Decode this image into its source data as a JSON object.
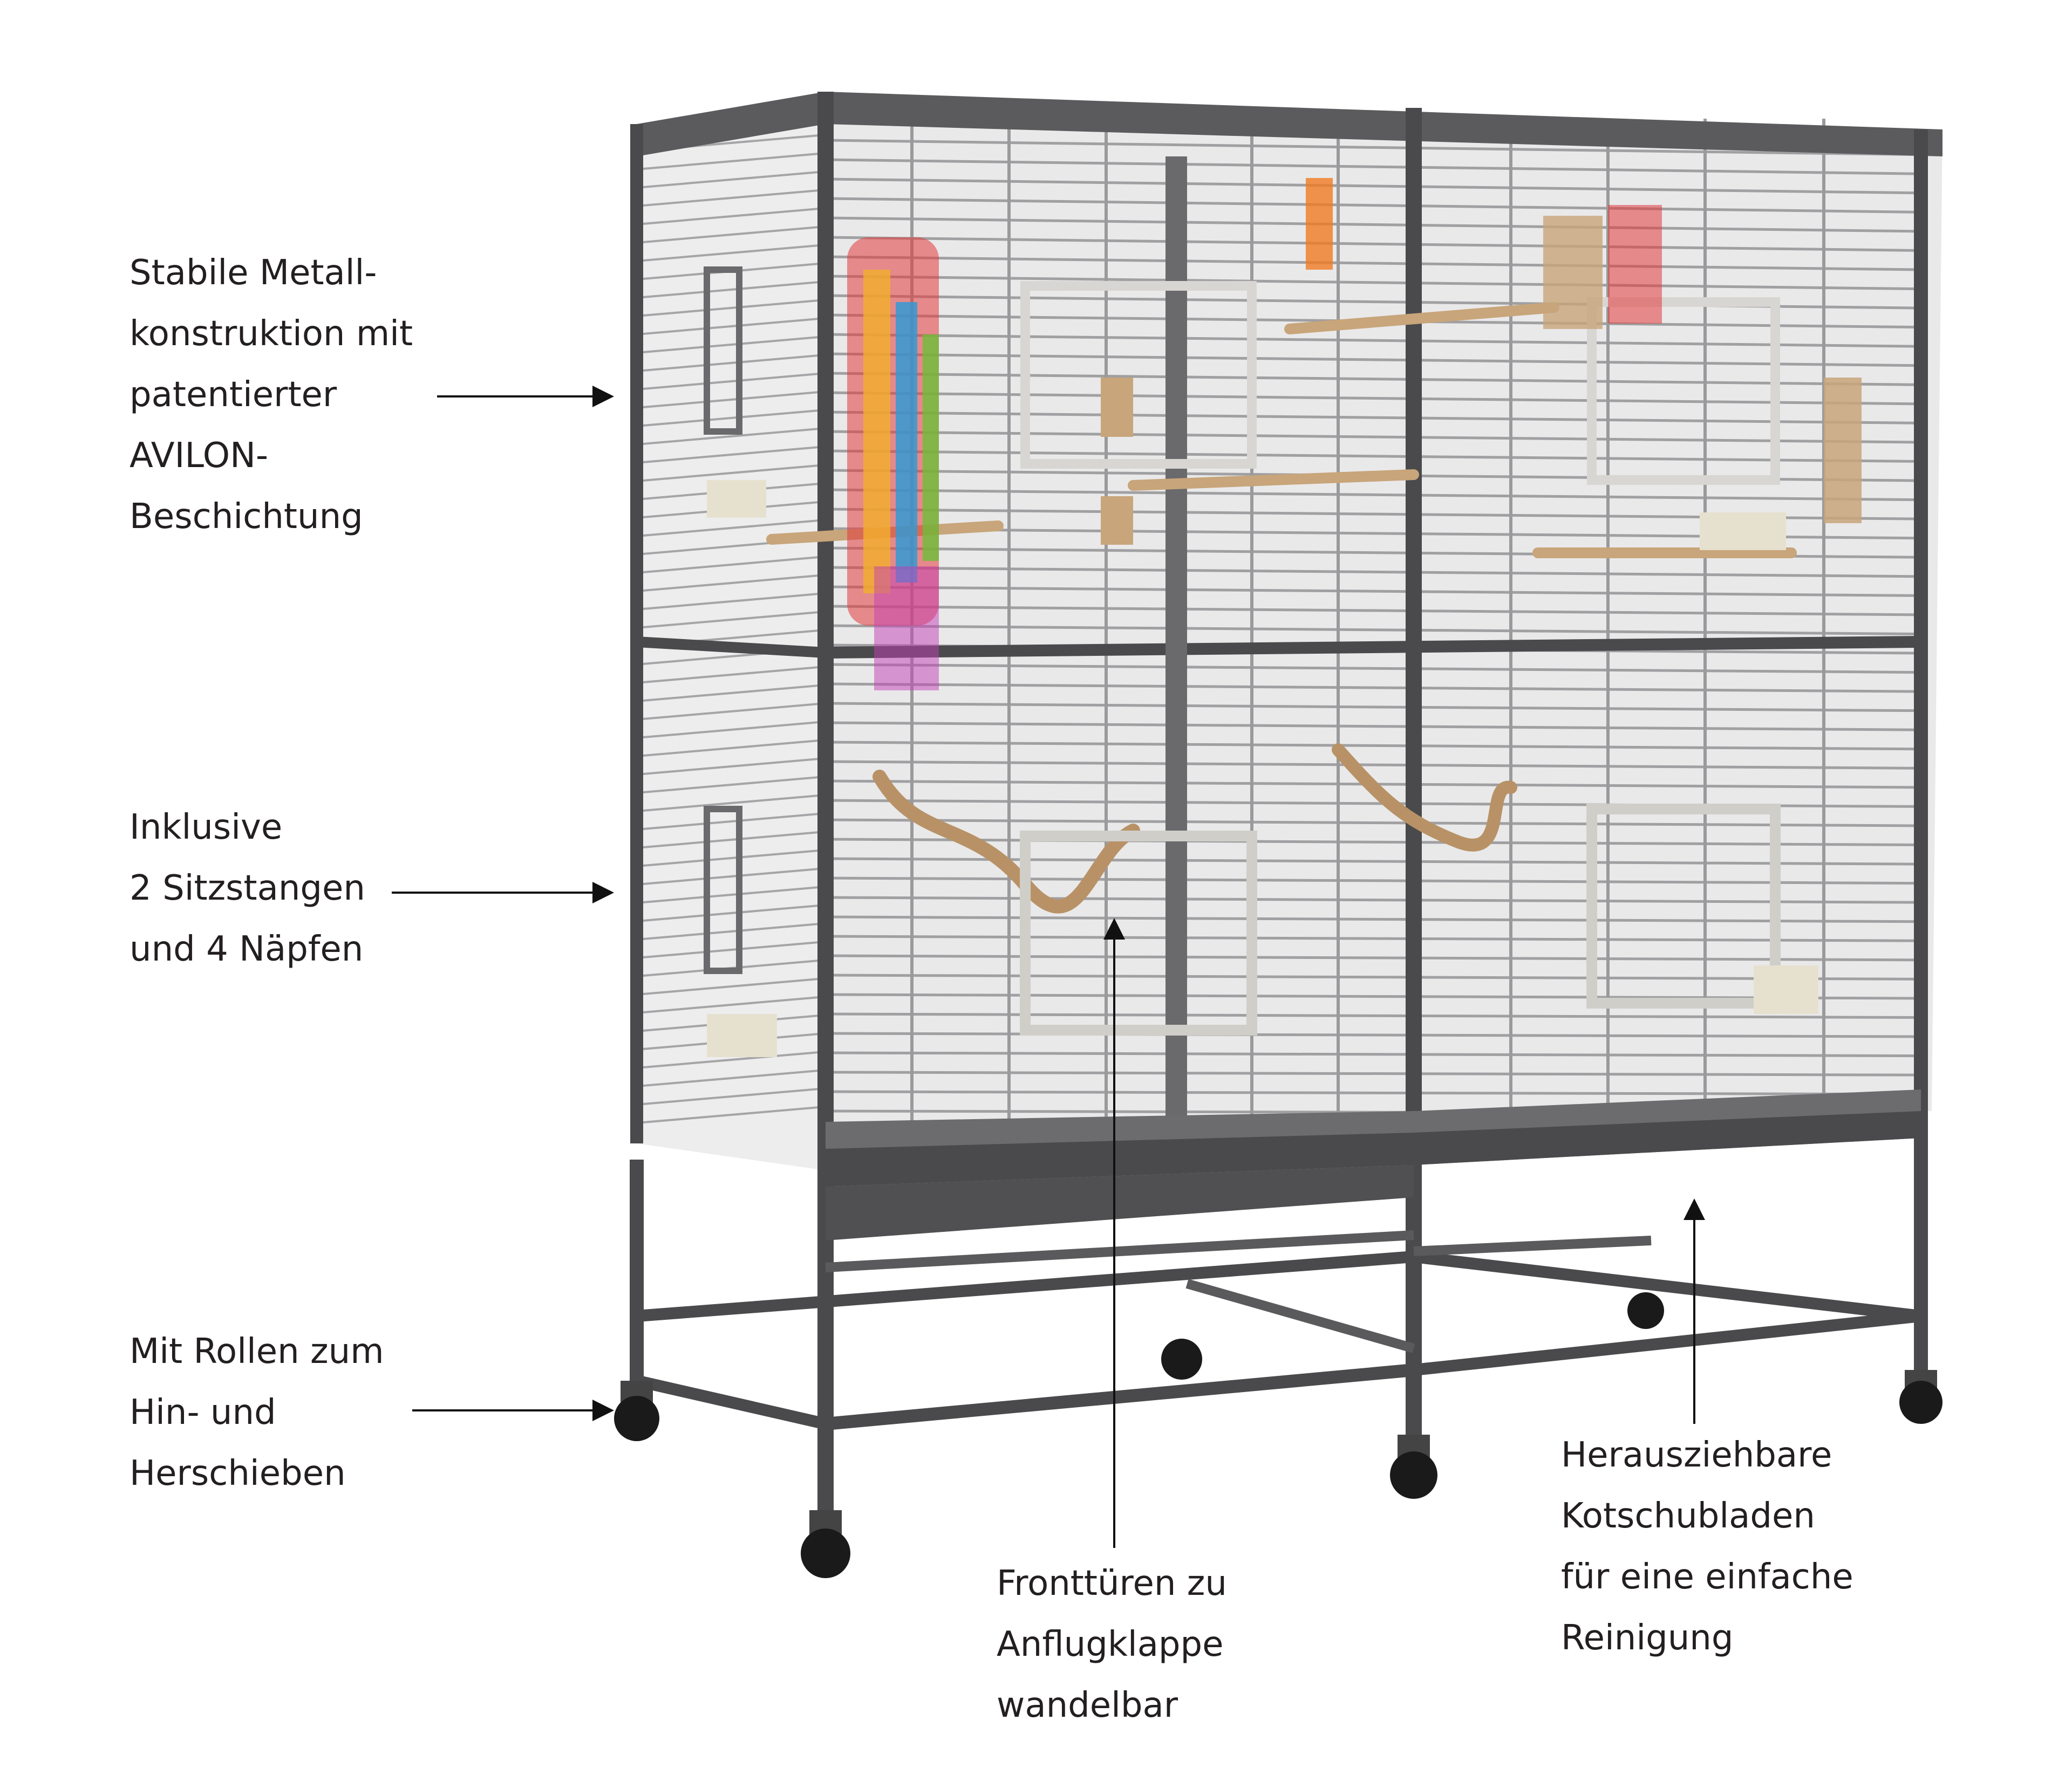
{
  "image": {
    "subject": "Large grey metal bird cage on a wheeled stand, double-section, with annotation callouts",
    "background_color": "#ffffff",
    "cage_frame_color": "#4a4a4c",
    "cage_wire_color": "#9a9a9c",
    "toy_colors": [
      "#e23b3b",
      "#f2b02a",
      "#2a9bd8",
      "#6cbf3a",
      "#c13fb5",
      "#f07a22"
    ],
    "wood_color": "#c8a57a"
  },
  "callouts": [
    {
      "id": "frame",
      "text": "Stabile Metall-\nkonstruktion mit\npatentierter\nAVILON-\nBeschichtung"
    },
    {
      "id": "perch",
      "text": "Inklusive\n2 Sitzstangen\nund 4 Näpfen"
    },
    {
      "id": "wheels",
      "text": "Mit Rollen zum\nHin- und\nHerschieben"
    },
    {
      "id": "doors",
      "text": "Fronttüren zu\nAnflugklappe\nwandelbar"
    },
    {
      "id": "drawer",
      "text": "Herausziehbare\nKotschubladen\nfür eine einfache\nReinigung"
    }
  ]
}
